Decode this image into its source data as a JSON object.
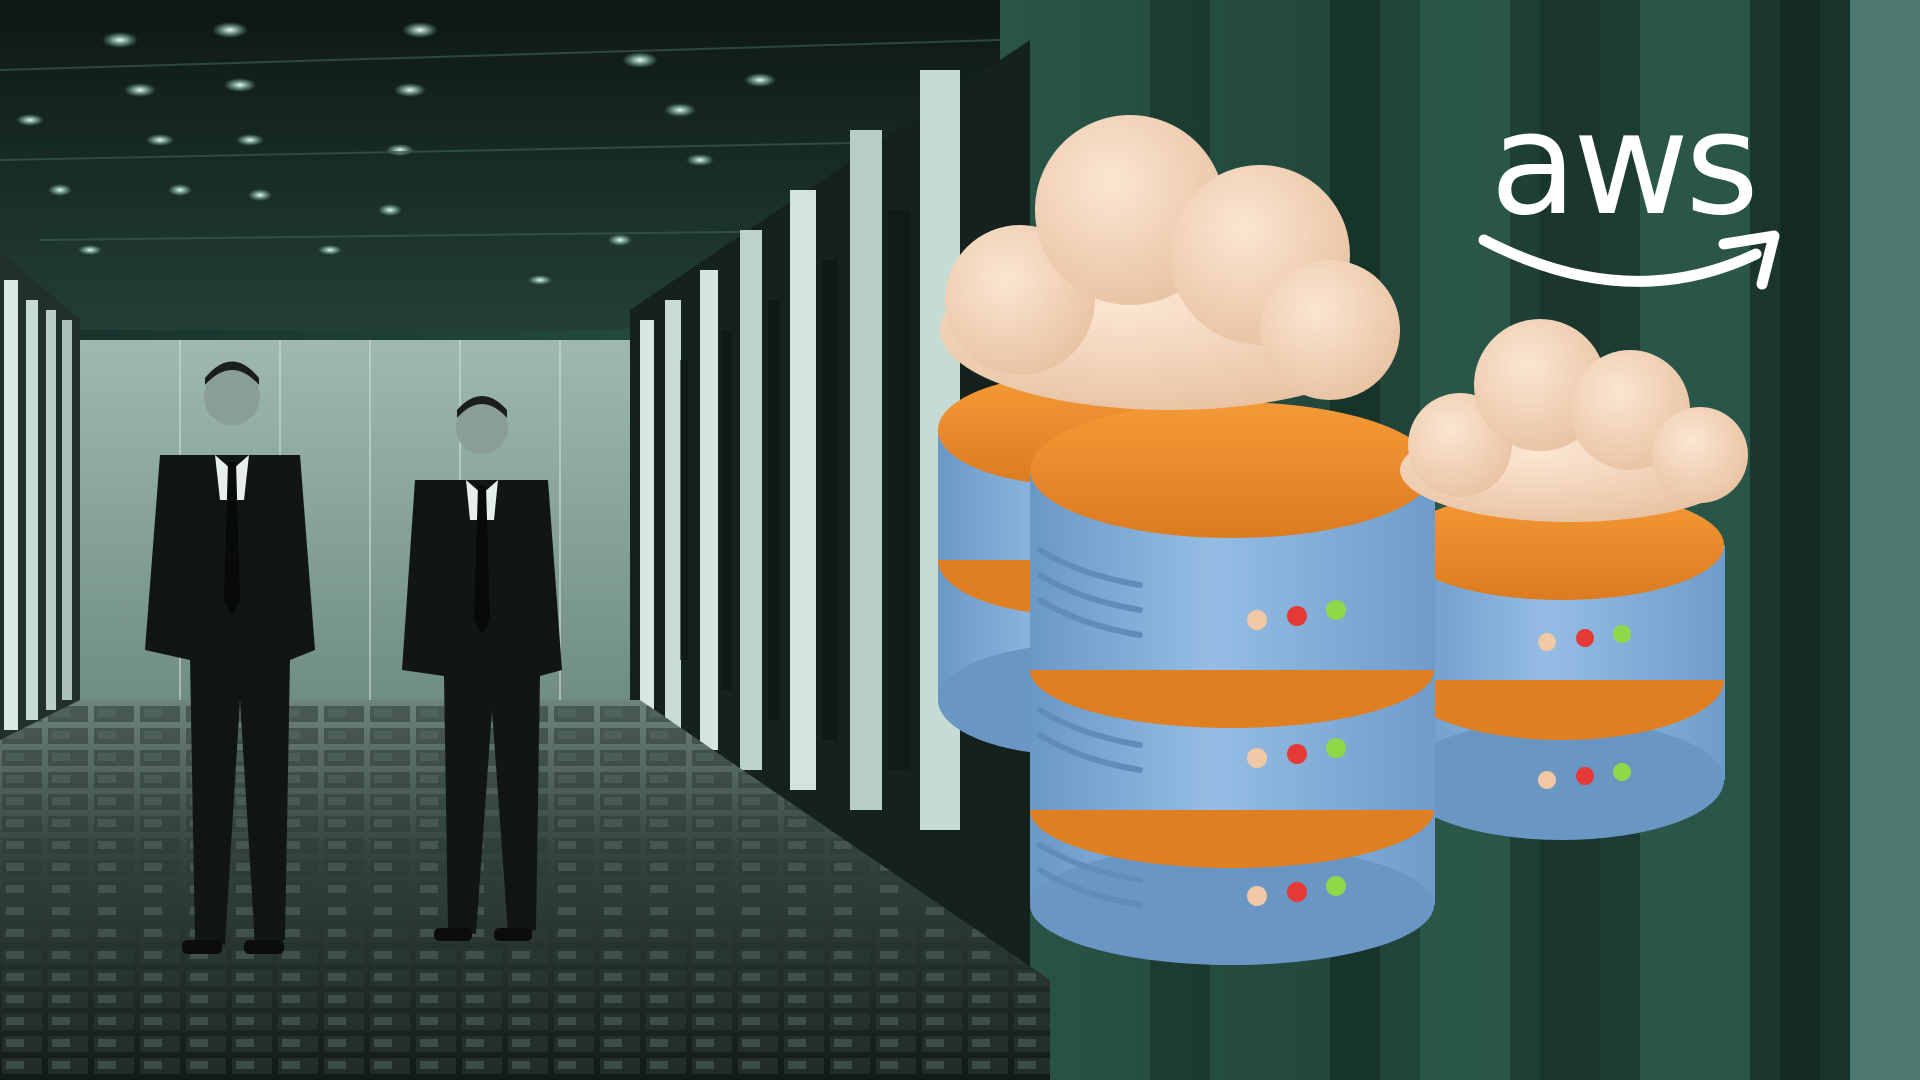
{
  "logo": {
    "wordmark": "aws",
    "icon": "amazon-smile-arrow-icon",
    "color": "#ffffff"
  },
  "palette": {
    "room_tint": "#1f3d34",
    "rack_dark": "#17241f",
    "rack_light": "#cfe2dc",
    "db_body": "#86b2dd",
    "db_top": "#ef8e2d",
    "cloud": "#f3d6bd",
    "led_off": "#f0c8a6",
    "led_red": "#e53935",
    "led_green": "#8ed84a"
  },
  "illustration": {
    "icon": "cloud-database-icon",
    "stacks": [
      {
        "name": "back-left",
        "disks": 2
      },
      {
        "name": "front-center",
        "disks": 3
      },
      {
        "name": "right",
        "disks": 2
      }
    ]
  }
}
